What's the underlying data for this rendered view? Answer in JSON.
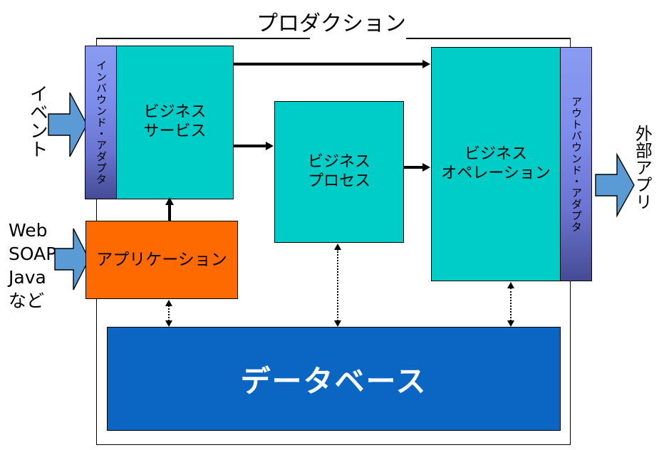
{
  "diagram": {
    "title": "プロダクション",
    "colors": {
      "teal": "#00CCC8",
      "orange": "#FF6A00",
      "database_blue": "#0B66C3",
      "arrow_blue": "#5B9BD5",
      "adapter_gradient_top": "#8A9BF2",
      "adapter_gradient_bottom": "#454B93",
      "stroke": "#000000",
      "background": "#FFFFFF"
    },
    "boxes": {
      "inbound_adapter": "インバウンド・アダプタ",
      "outbound_adapter": "アウトバウンド・アダプタ",
      "business_service_line1": "ビジネス",
      "business_service_line2": "サービス",
      "business_process_line1": "ビジネス",
      "business_process_line2": "プロセス",
      "business_operation_line1": "ビジネス",
      "business_operation_line2": "オペレーション",
      "application": "アプリケーション",
      "database": "データベース"
    },
    "captions": {
      "event": "イベント",
      "external_app": "外部アプリ",
      "inputs_line1": "Web",
      "inputs_line2": "SOAP",
      "inputs_line3": "Java",
      "inputs_line4": "など"
    }
  }
}
